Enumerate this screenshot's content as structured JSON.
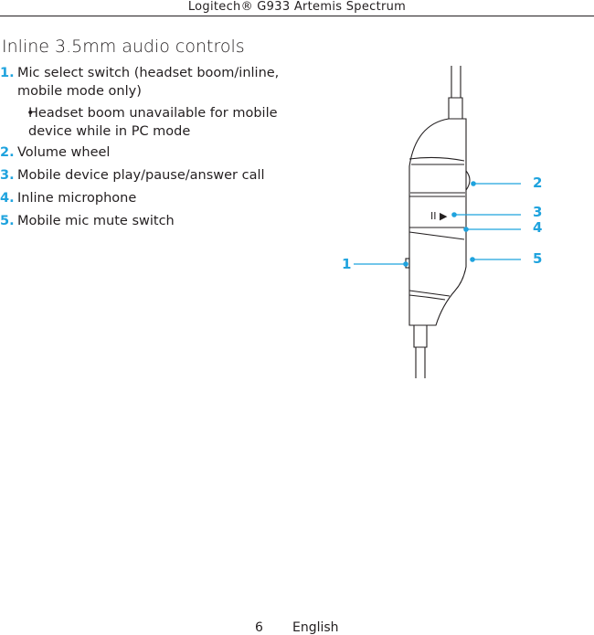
{
  "header": {
    "title": "Logitech® G933 Artemis Spectrum"
  },
  "section": {
    "title": "Inline 3.5mm audio controls"
  },
  "items": [
    {
      "num": "1.",
      "text": "Mic select switch (headset boom/inline, mobile mode only)",
      "sub": "Headset boom unavailable for mobile device while in PC mode"
    },
    {
      "num": "2.",
      "text": "Volume wheel"
    },
    {
      "num": "3.",
      "text": "Mobile device play/pause/answer call"
    },
    {
      "num": "4.",
      "text": "Inline microphone"
    },
    {
      "num": "5.",
      "text": "Mobile mic mute switch"
    }
  ],
  "bullet": "•",
  "diagram": {
    "callouts": [
      "1",
      "2",
      "3",
      "4",
      "5"
    ],
    "play_pause_glyph": "II ▶",
    "accent_color": "#1fa3de"
  },
  "footer": {
    "page": "6",
    "language": "English"
  }
}
